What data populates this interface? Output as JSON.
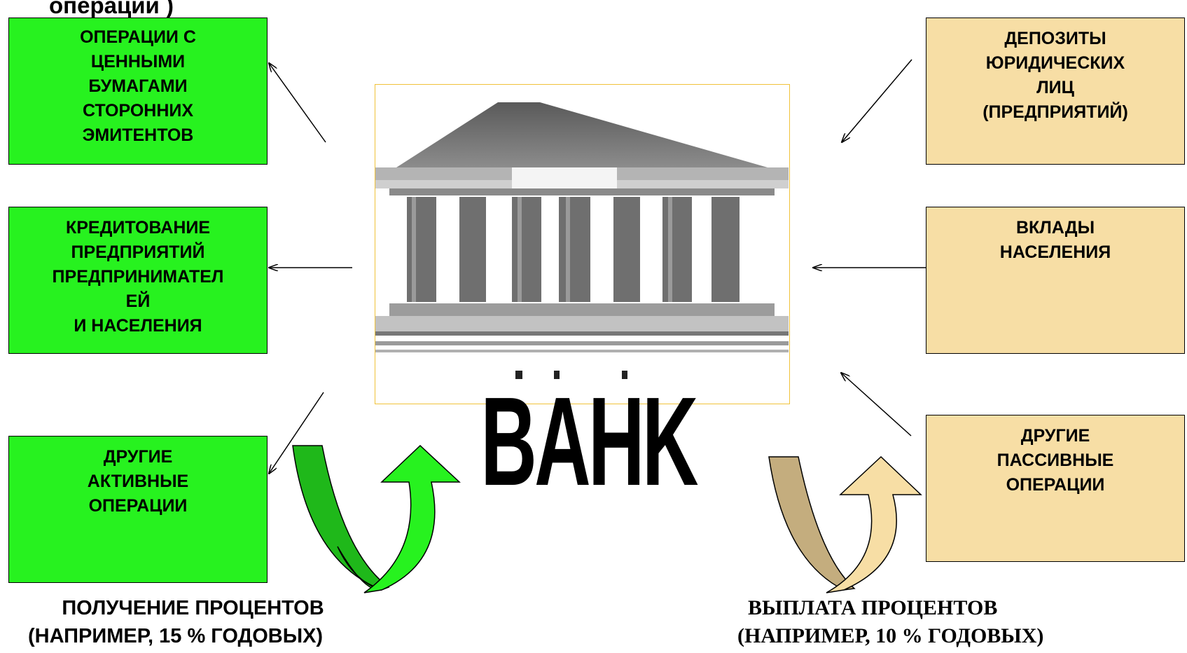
{
  "top_fragment": "операции )",
  "left_boxes": [
    {
      "text": "ОПЕРАЦИИ С\nЦЕННЫМИ\nБУМАГАМИ\nСТОРОННИХ\nЭМИТЕНТОВ"
    },
    {
      "text": "КРЕДИТОВАНИЕ\nПРЕДПРИЯТИЙ\nПРЕДПРИНИМАТЕЛ\nЕЙ\nИ НАСЕЛЕНИЯ"
    },
    {
      "text": "ДРУГИЕ\nАКТИВНЫЕ\nОПЕРАЦИИ"
    }
  ],
  "right_boxes": [
    {
      "text": "ДЕПОЗИТЫ\nЮРИДИЧЕСКИХ\nЛИЦ\n(ПРЕДПРИЯТИЙ)"
    },
    {
      "text": "ВКЛАДЫ\nНАСЕЛЕНИЯ"
    },
    {
      "text": "ДРУГИЕ\nПАССИВНЫЕ\nОПЕРАЦИИ"
    }
  ],
  "bank_label": "BAHK",
  "captions": {
    "left": "      ПОЛУЧЕНИЕ ПРОЦЕНТОВ\n(НАПРИМЕР, 15 % ГОДОВЫХ)",
    "right": "  ВЫПЛАТА ПРОЦЕНТОВ\n(НАПРИМЕР, 10 % ГОДОВЫХ)"
  },
  "colors": {
    "active_box": "#27f21f",
    "passive_box": "#f7dea5",
    "green_arrow_light": "#27f21f",
    "green_arrow_dark": "#1fb81a",
    "tan_arrow_light": "#f7dea5",
    "tan_arrow_dark": "#c4ad7e"
  }
}
